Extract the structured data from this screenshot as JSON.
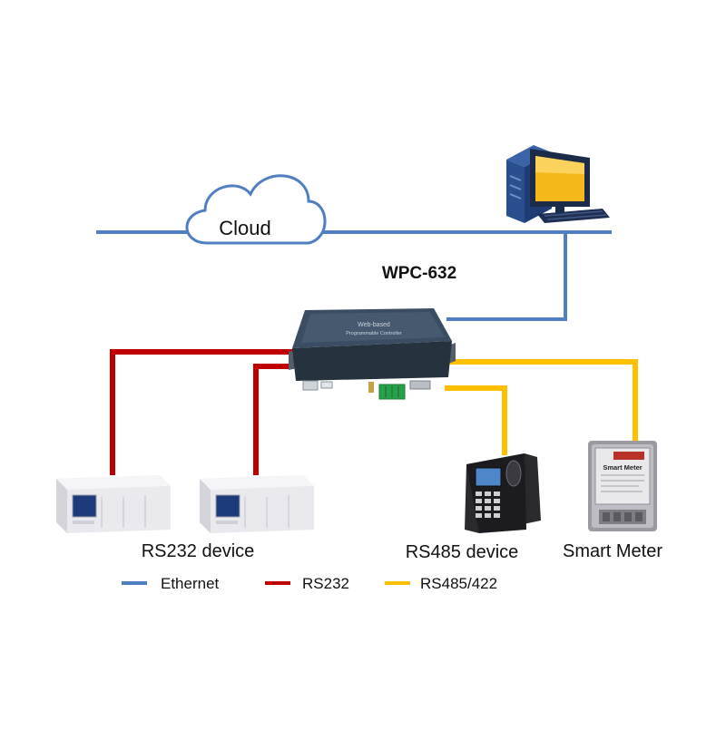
{
  "diagram": {
    "title": "WPC-632",
    "cloud_label": "Cloud",
    "controller_text_line1": "Web-based",
    "controller_text_line2": "Programmable Controller",
    "rs232_label": "RS232 device",
    "rs485_label": "RS485 device",
    "smart_meter_label": "Smart Meter",
    "meter_face_label": "Smart Meter"
  },
  "legend": {
    "items": [
      {
        "label": "Ethernet",
        "color": "#4f7fc0"
      },
      {
        "label": "RS232",
        "color": "#c00000"
      },
      {
        "label": "RS485/422",
        "color": "#ffc000"
      }
    ]
  },
  "colors": {
    "ethernet": "#4f7fc0",
    "rs232": "#c00000",
    "rs485": "#ffc000"
  },
  "icons": [
    "cloud-icon",
    "computer-icon",
    "controller-device",
    "plc-device",
    "fingerprint-terminal",
    "smart-meter"
  ]
}
